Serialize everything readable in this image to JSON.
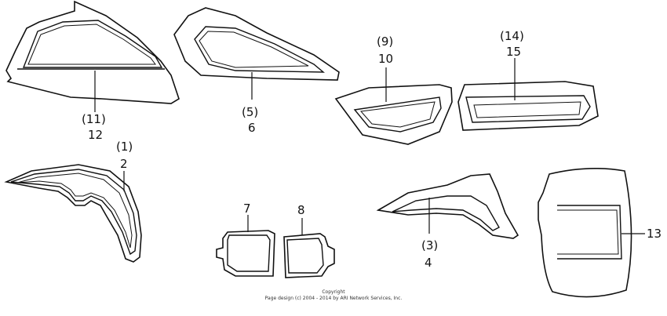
{
  "callouts": {
    "c11": "(11)",
    "c12": "12",
    "c5": "(5)",
    "c6": "6",
    "c9": "(9)",
    "c10": "10",
    "c14": "(14)",
    "c15": "15",
    "c1": "(1)",
    "c2": "2",
    "c7": "7",
    "c8": "8",
    "c3": "(3)",
    "c4": "4",
    "c13": "13"
  },
  "copyright": {
    "line1": "Copyright",
    "line2": "Page design (c) 2004 - 2014 by ARI Network Services, Inc."
  }
}
